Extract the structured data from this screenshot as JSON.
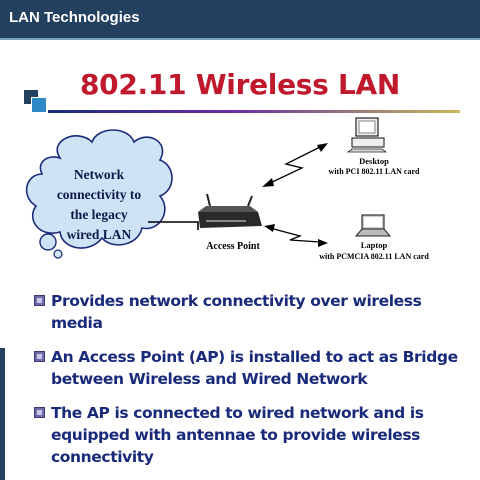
{
  "header": {
    "title": "LAN Technologies"
  },
  "slide": {
    "title": "802.11 Wireless LAN"
  },
  "diagram": {
    "cloud_text": [
      "Network",
      "connectivity to",
      "the legacy",
      "wired LAN"
    ],
    "access_point_label": "Access Point",
    "desktop": {
      "title": "Desktop",
      "detail": "with PCI 802.11 LAN card"
    },
    "laptop": {
      "title": "Laptop",
      "detail": "with PCMCIA 802.11 LAN card"
    }
  },
  "bullets": [
    "Provides network connectivity over wireless media",
    "An Access Point (AP) is installed to act as Bridge between Wireless and Wired Network",
    "The AP is connected to wired network and is equipped with antennae to provide wireless connectivity"
  ],
  "colors": {
    "header_bg": "#23405f",
    "title": "#c0182c",
    "bullet_text": "#1a2a7a",
    "cloud_fill": "#cfe3f6",
    "cloud_stroke": "#1c2a7a"
  }
}
